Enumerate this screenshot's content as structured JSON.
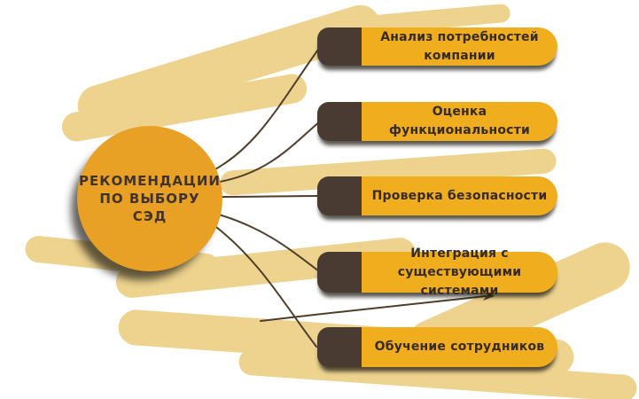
{
  "hub": {
    "label": "РЕКОМЕНДАЦИИ\nПО ВЫБОРУ\nСЭД"
  },
  "items": [
    {
      "label": "Анализ потребностей\nкомпании"
    },
    {
      "label": "Оценка\nфункциональности"
    },
    {
      "label": "Проверка безопасности"
    },
    {
      "label": "Интеграция с\nсуществующими системами"
    },
    {
      "label": "Обучение сотрудников"
    }
  ],
  "colors": {
    "background": "#ffffff",
    "brush_stroke_tan": "#edd38e",
    "hub_orange": "#e8a125",
    "pill_yellow": "#f0ad1d",
    "cap_brown": "#4a3b32",
    "text_brown": "#362b21",
    "connector_line": "#4f3e2b"
  }
}
